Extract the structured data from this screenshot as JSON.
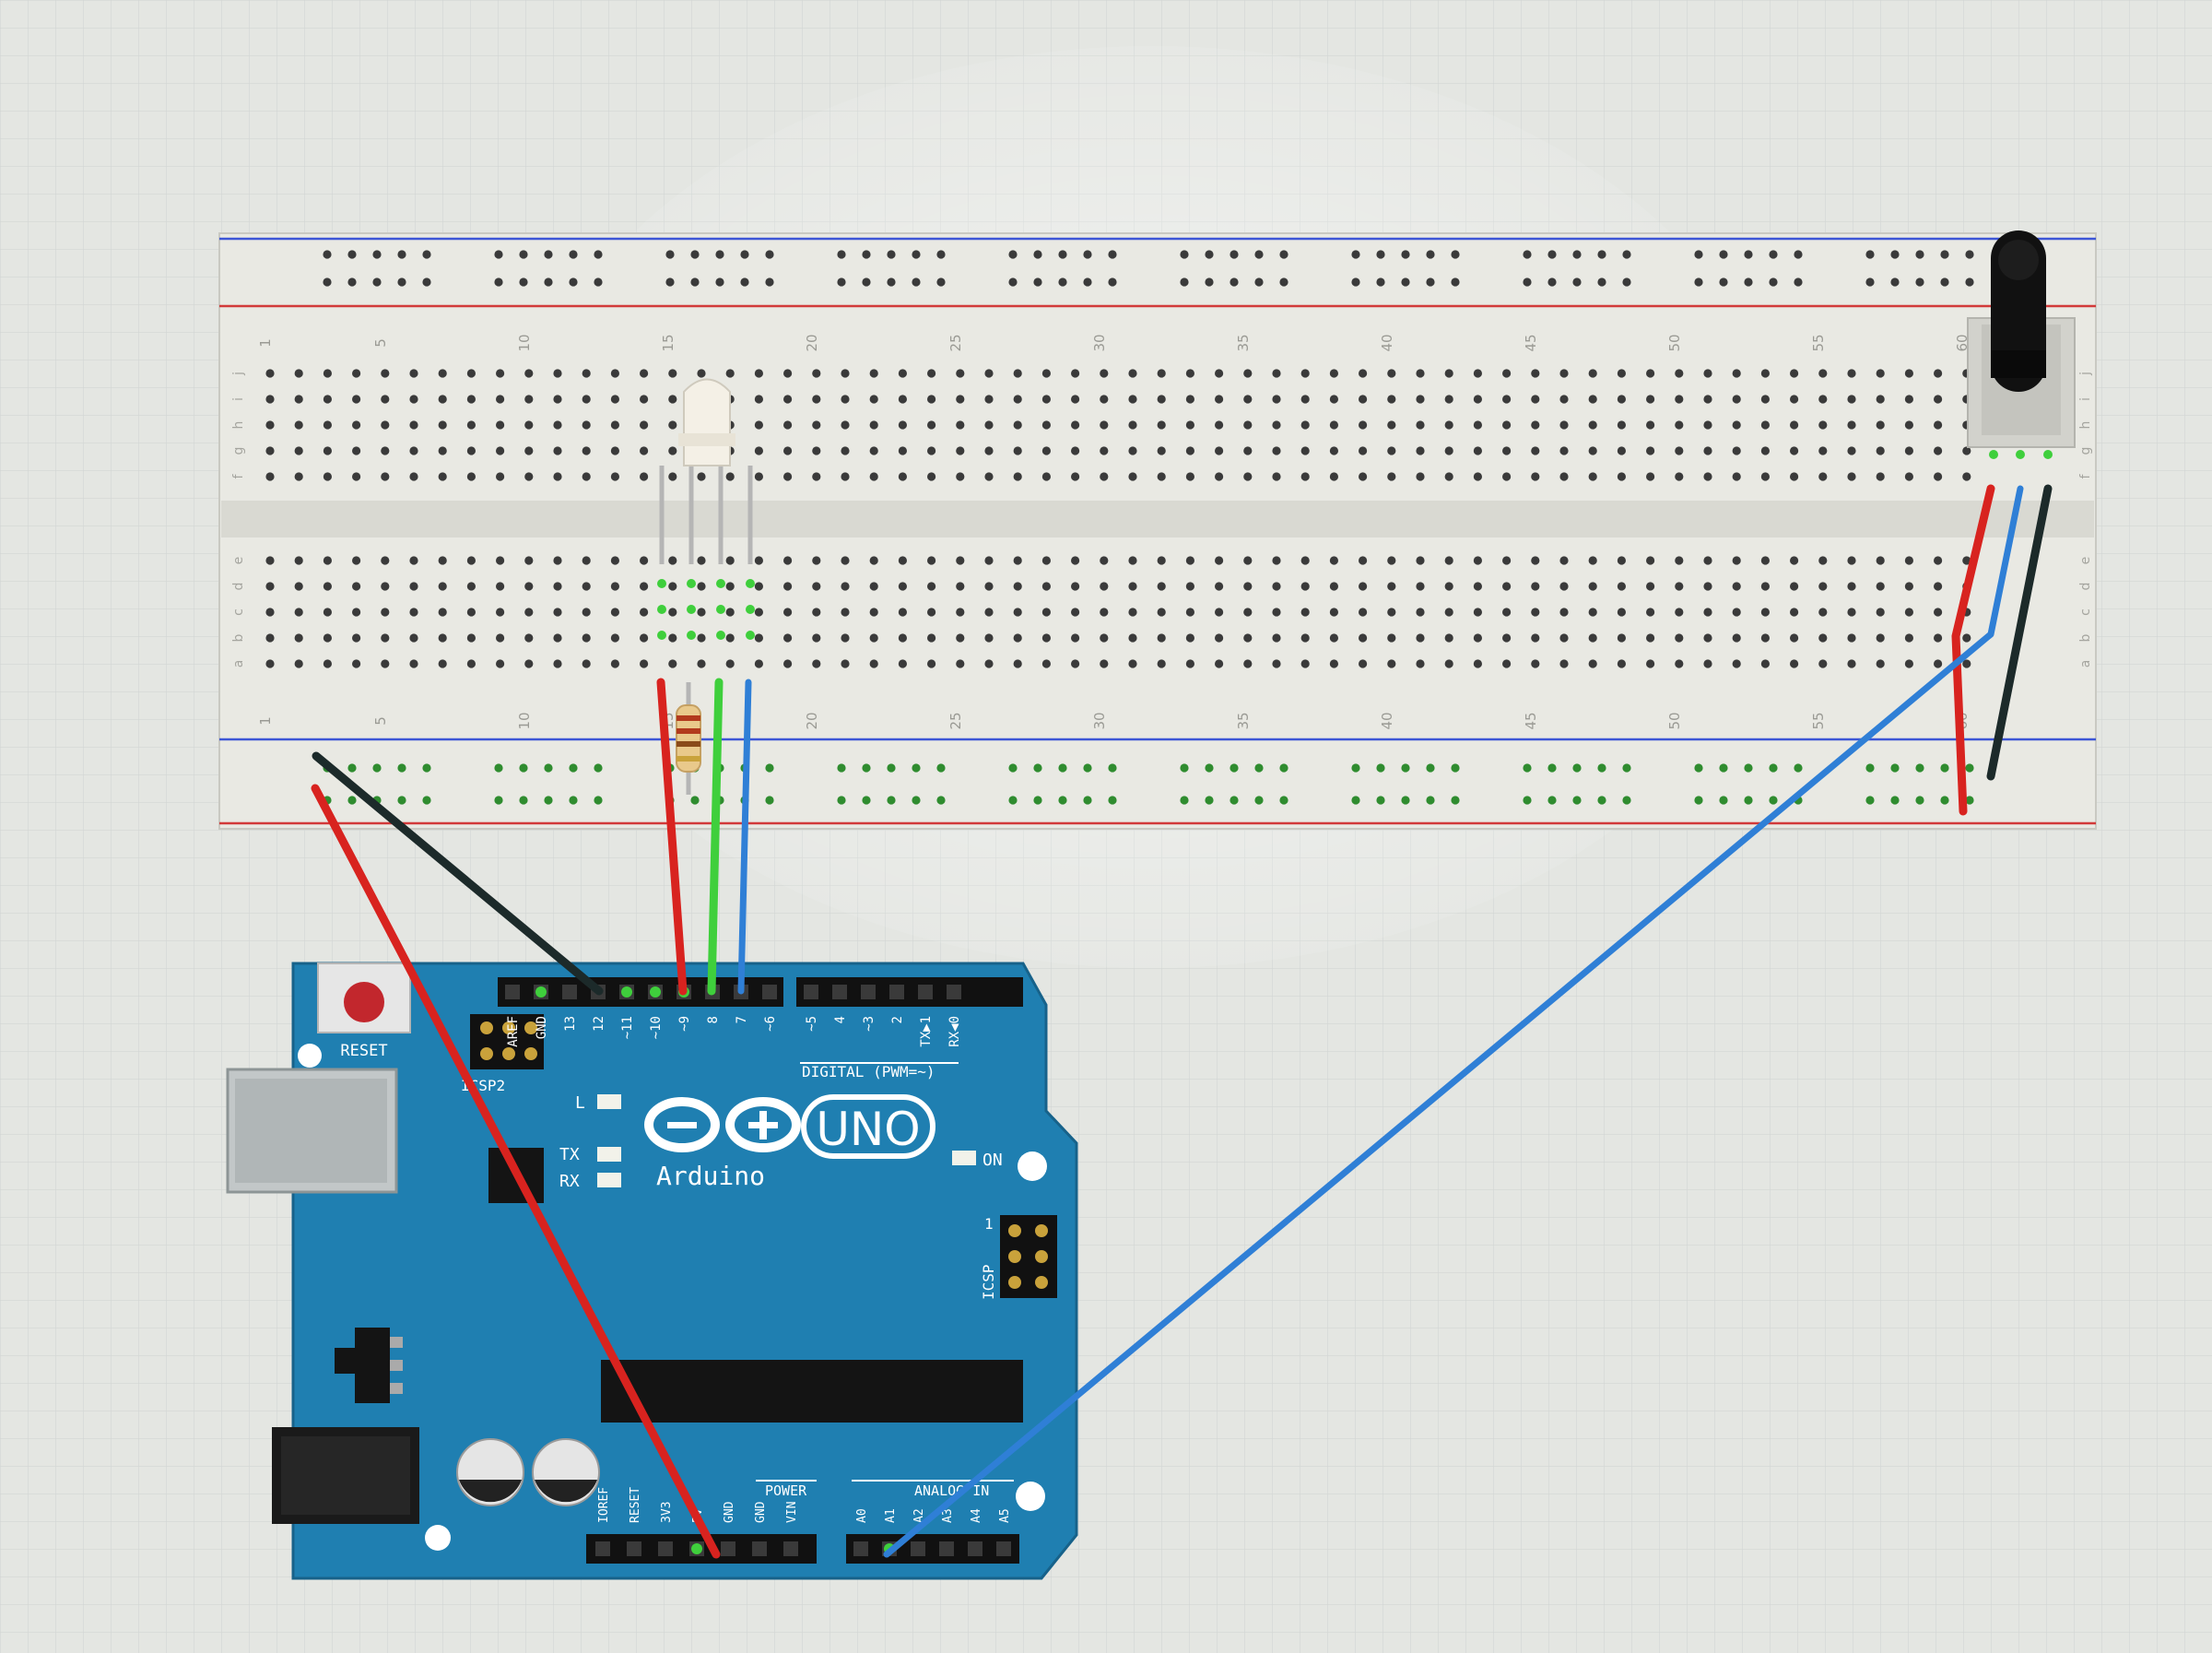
{
  "breadboard": {
    "column_numbers": [
      "1",
      "5",
      "10",
      "15",
      "20",
      "25",
      "30",
      "35",
      "40",
      "45",
      "50",
      "55",
      "60"
    ],
    "row_letters_top": [
      "j",
      "i",
      "h",
      "g",
      "f"
    ],
    "row_letters_bottom": [
      "e",
      "d",
      "c",
      "b",
      "a"
    ]
  },
  "arduino": {
    "logo_text": "Arduino",
    "model_text": "UNO",
    "reset_label": "RESET",
    "icsp2_label": "ICSP2",
    "icsp_label": "ICSP",
    "icsp_pin1": "1",
    "led_labels": [
      "L",
      "TX",
      "RX"
    ],
    "on_label": "ON",
    "digital_header_label": "DIGITAL (PWM=~)",
    "digital_pins": [
      "AREF",
      "GND",
      "13",
      "12",
      "~11",
      "~10",
      "~9",
      "8",
      "7",
      "~6",
      "~5",
      "4",
      "~3",
      "2",
      "TX▶1",
      "RX◀0"
    ],
    "power_header_label": "POWER",
    "power_pins": [
      "IOREF",
      "RESET",
      "3V3",
      "5V",
      "GND",
      "GND",
      "VIN"
    ],
    "analog_header_label": "ANALOG IN",
    "analog_pins": [
      "A0",
      "A1",
      "A2",
      "A3",
      "A4",
      "A5"
    ]
  },
  "colors": {
    "board_teal": "#1f7fb1",
    "breadboard": "#e9e9e3",
    "wire_red": "#d8231f",
    "wire_black": "#1c2a2a",
    "wire_green": "#3fcf3c",
    "wire_blue": "#2f7fd6",
    "rail_blue": "#3d56d6",
    "rail_red": "#d23a3a"
  }
}
